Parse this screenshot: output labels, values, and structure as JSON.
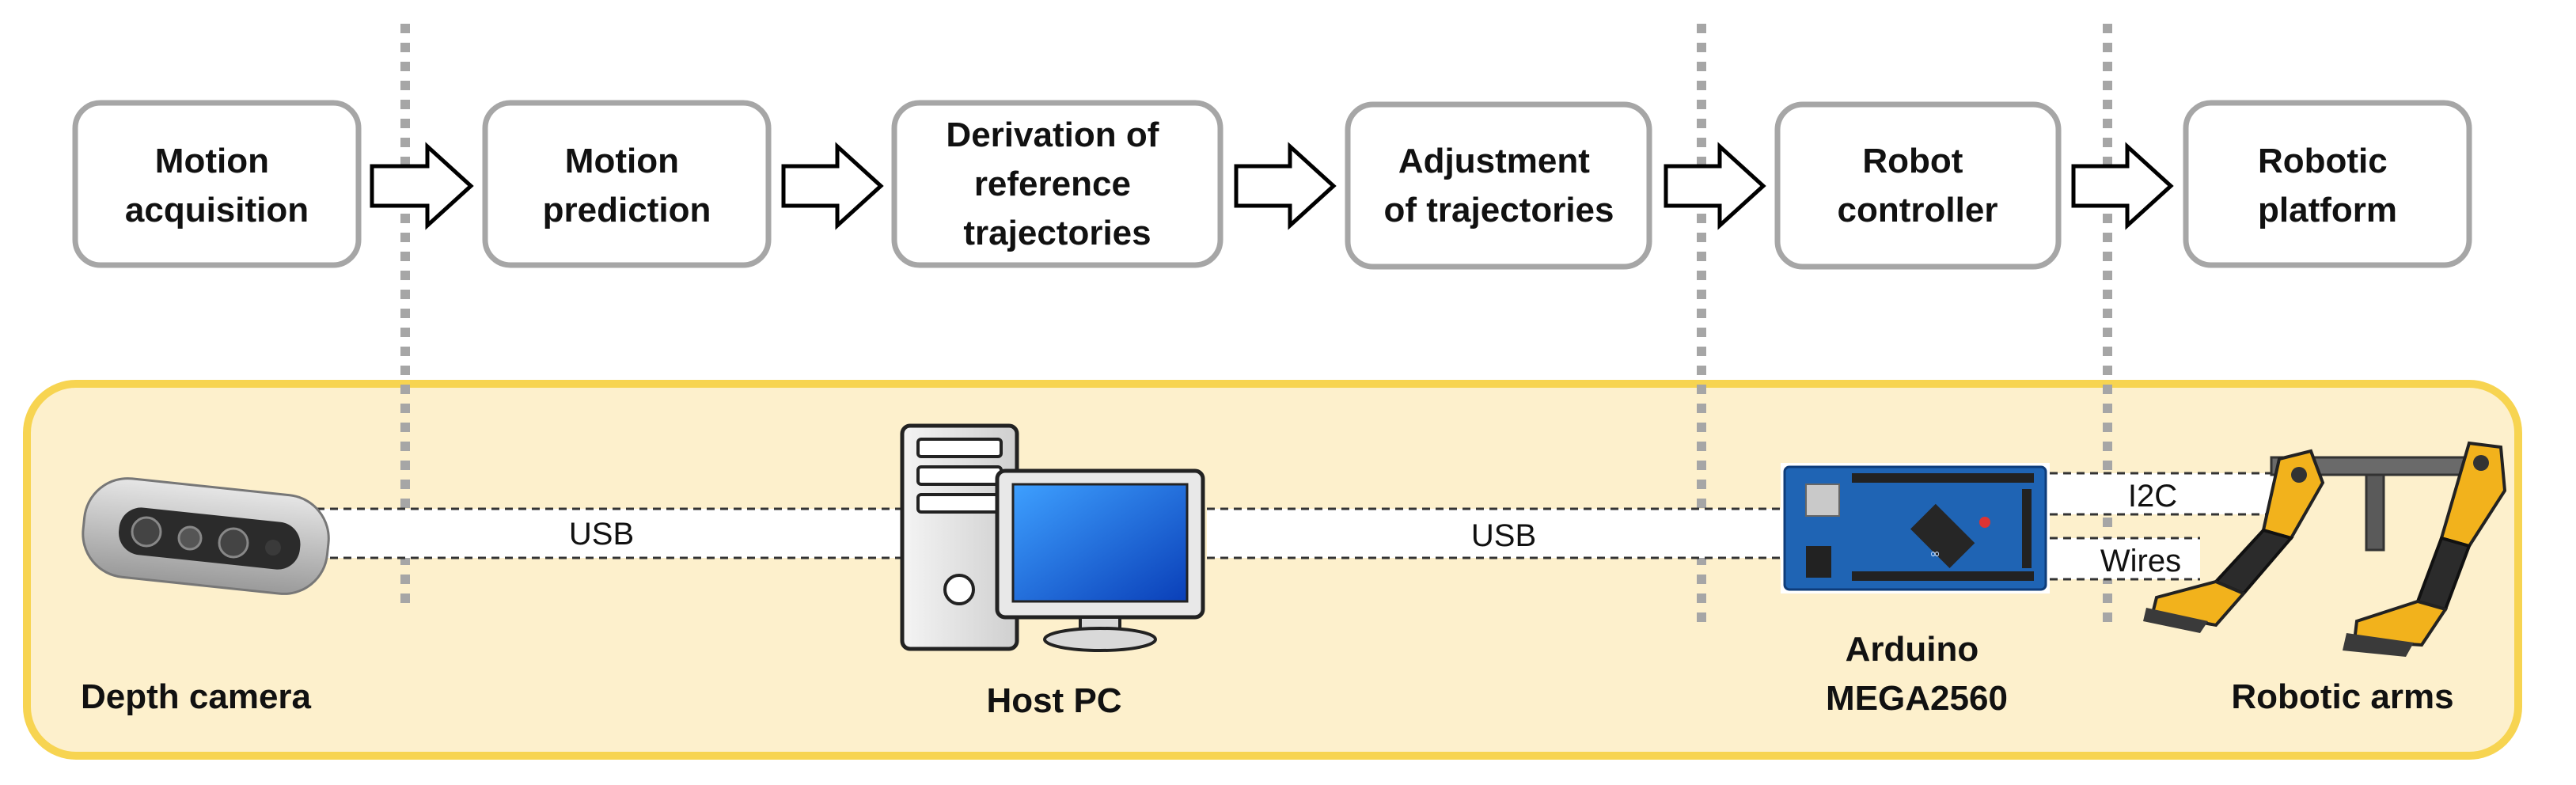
{
  "stages": [
    {
      "lines": [
        "Motion",
        "acquisition"
      ]
    },
    {
      "lines": [
        "Motion",
        "prediction"
      ]
    },
    {
      "lines": [
        "Derivation of",
        "reference",
        "trajectories"
      ]
    },
    {
      "lines": [
        "Adjustment",
        "of trajectories"
      ]
    },
    {
      "lines": [
        "Robot",
        "controller"
      ]
    },
    {
      "lines": [
        "Robotic",
        "platform"
      ]
    }
  ],
  "hardware": {
    "depth_camera": "Depth camera",
    "host_pc": "Host PC",
    "arduino_line1": "Arduino",
    "arduino_line2": "MEGA2560",
    "robotic_arms": "Robotic arms"
  },
  "links": {
    "usb_1": "USB",
    "usb_2": "USB",
    "i2c": "I2C",
    "wires": "Wires"
  },
  "colors": {
    "panel_fill": "#fdf0cc",
    "panel_border": "#f7d451",
    "box_border": "#a6a6a6",
    "divider": "#a6a6a6",
    "arduino_blue": "#1f64b4",
    "screen_blue": "#1a5bd6",
    "arm_yellow": "#f2b21c"
  }
}
